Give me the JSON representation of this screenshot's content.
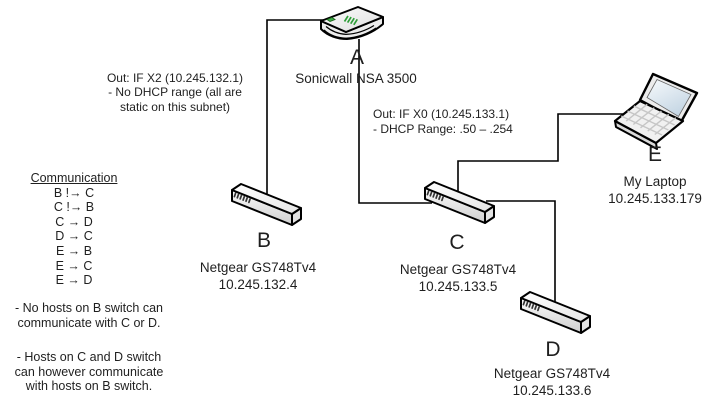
{
  "devices": {
    "a": {
      "letter": "A",
      "name": "Sonicwall NSA 3500",
      "type": "firewall"
    },
    "b": {
      "letter": "B",
      "name": "Netgear GS748Tv4",
      "ip": "10.245.132.4",
      "type": "switch"
    },
    "c": {
      "letter": "C",
      "name": "Netgear GS748Tv4",
      "ip": "10.245.133.5",
      "type": "switch"
    },
    "d": {
      "letter": "D",
      "name": "Netgear GS748Tv4",
      "ip": "10.245.133.6",
      "type": "switch"
    },
    "e": {
      "letter": "E",
      "name": "My Laptop",
      "ip": "10.245.133.179",
      "type": "laptop"
    }
  },
  "connections": [
    {
      "from": "A",
      "to": "B"
    },
    {
      "from": "A",
      "to": "C"
    },
    {
      "from": "C",
      "to": "E"
    },
    {
      "from": "C",
      "to": "D"
    }
  ],
  "annotations": {
    "if_x2": {
      "lines": [
        "Out: IF X2 (10.245.132.1)",
        "- No DHCP range (all are",
        "static on this subnet)"
      ]
    },
    "if_x0": {
      "lines": [
        "Out: IF X0 (10.245.133.1)",
        "- DHCP Range: .50 – .254"
      ]
    },
    "communication": {
      "title": "Communication",
      "rules": [
        "B !→ C",
        "C !→ B",
        "C → D",
        "D → C",
        "E → B",
        "E → C",
        "E → D"
      ]
    },
    "note1": {
      "lines": [
        "- No hosts on B switch can",
        "communicate with C or D."
      ]
    },
    "note2": {
      "lines": [
        "- Hosts on C and D switch",
        "can however communicate",
        "with hosts on B switch."
      ]
    }
  },
  "colors": {
    "line": "#000000",
    "text": "#1f1f1f",
    "device_fill": "#ececec",
    "led_green": "#3fae49",
    "screen_blue": "#cddcea"
  }
}
